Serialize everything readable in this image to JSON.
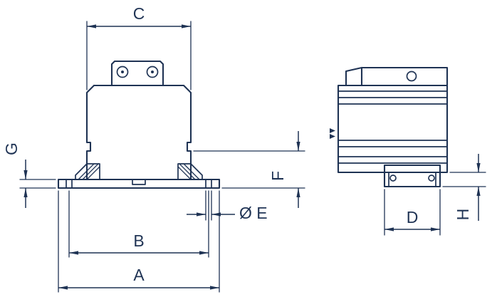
{
  "colors": {
    "line": "#1f3354",
    "background": "#ffffff"
  },
  "dimension_labels": {
    "a": "A",
    "b": "B",
    "c": "C",
    "d": "D",
    "e_diameter": "Ø E",
    "f": "F",
    "g": "G",
    "h": "H"
  }
}
